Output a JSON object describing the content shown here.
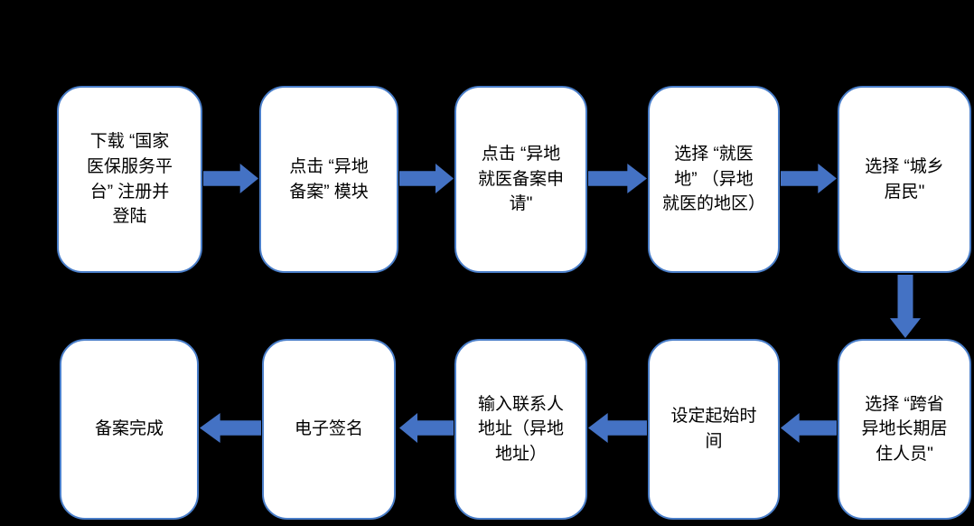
{
  "diagram": {
    "type": "flowchart",
    "colors": {
      "background": "#000000",
      "node_fill": "#ffffff",
      "node_border": "#4a7ec9",
      "arrow": "#4472c4",
      "text": "#000000"
    },
    "nodes": [
      {
        "id": 1,
        "label": "下载 “国家\n医保服务平\n台” 注册并\n登陆"
      },
      {
        "id": 2,
        "label": "点击 “异地\n备案” 模块"
      },
      {
        "id": 3,
        "label": "点击 “异地\n就医备案申\n请\""
      },
      {
        "id": 4,
        "label": "选择 “就医\n地” （异地\n就医的地区）"
      },
      {
        "id": 5,
        "label": "选择 “城乡\n居民\""
      },
      {
        "id": 6,
        "label": "选择 “跨省\n异地长期居\n住人员\""
      },
      {
        "id": 7,
        "label": "设定起始时\n间"
      },
      {
        "id": 8,
        "label": "输入联系人\n地址（异地\n地址）"
      },
      {
        "id": 9,
        "label": "电子签名"
      },
      {
        "id": 10,
        "label": "备案完成"
      }
    ],
    "edges": [
      {
        "from": 1,
        "to": 2,
        "direction": "right"
      },
      {
        "from": 2,
        "to": 3,
        "direction": "right"
      },
      {
        "from": 3,
        "to": 4,
        "direction": "right"
      },
      {
        "from": 4,
        "to": 5,
        "direction": "right"
      },
      {
        "from": 5,
        "to": 6,
        "direction": "down"
      },
      {
        "from": 6,
        "to": 7,
        "direction": "left"
      },
      {
        "from": 7,
        "to": 8,
        "direction": "left"
      },
      {
        "from": 8,
        "to": 9,
        "direction": "left"
      },
      {
        "from": 9,
        "to": 10,
        "direction": "left"
      }
    ]
  }
}
